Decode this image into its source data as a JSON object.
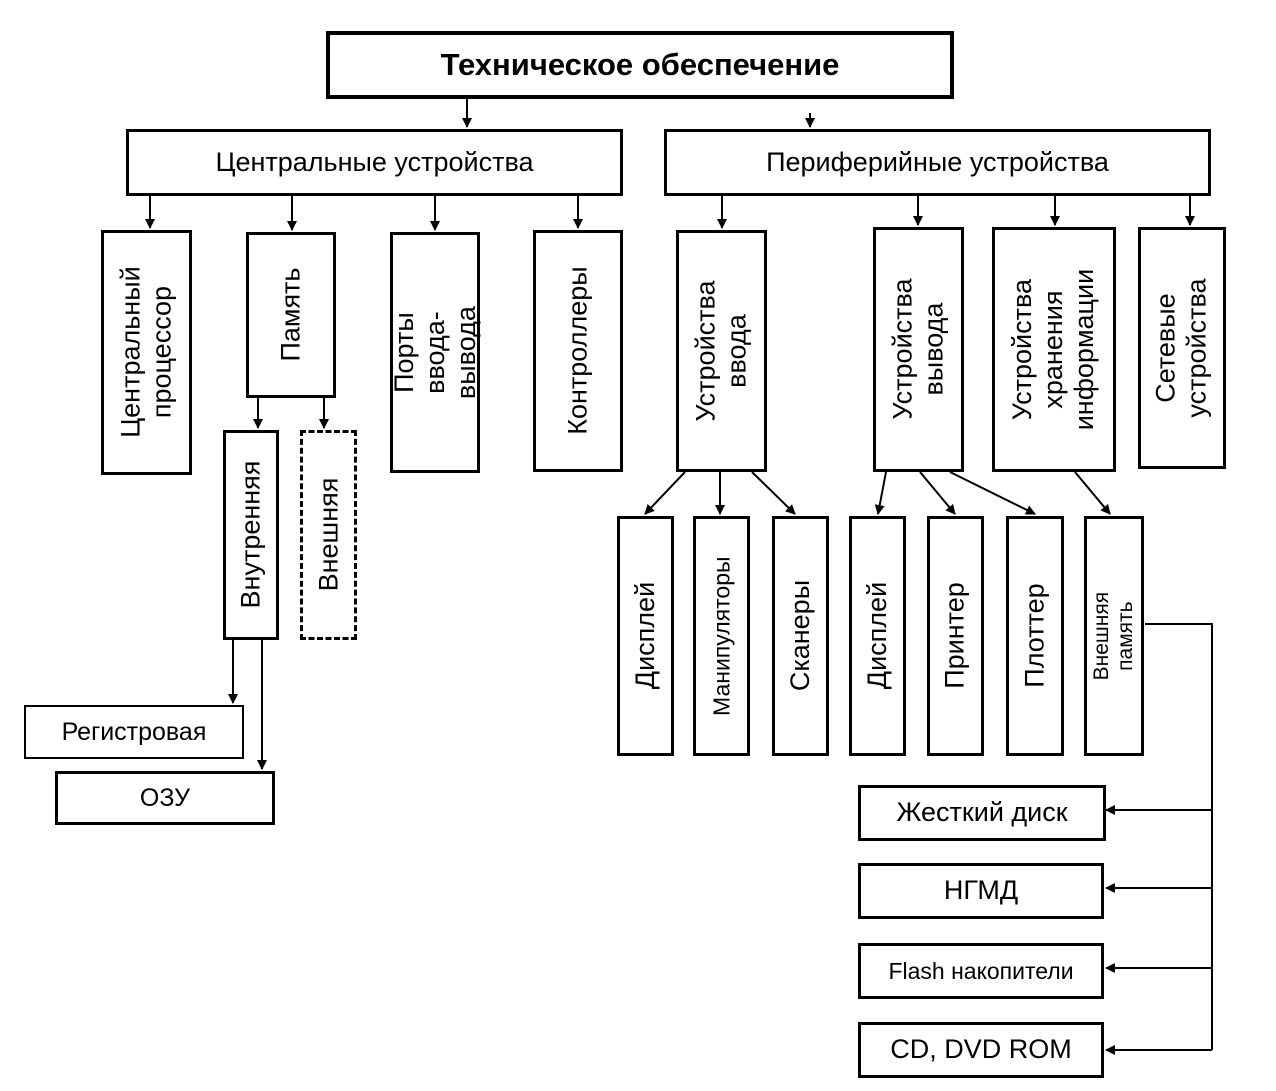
{
  "root": {
    "label": "Техническое обеспечение"
  },
  "central": {
    "label": "Центральные устройства",
    "children": [
      "Центральный\nпроцессор",
      "Память",
      "Порты\nввода-вывода",
      "Контроллеры"
    ]
  },
  "memory": {
    "internal": "Внутренняя",
    "external": "Внешняя"
  },
  "internal": {
    "children": [
      "Регистровая",
      "ОЗУ"
    ]
  },
  "peripheral": {
    "label": "Периферийные устройства",
    "children": [
      "Устройства\nввода",
      "Устройства\nвывода",
      "Устройства\nхранения\nинформации",
      "Сетевые\nустройства"
    ]
  },
  "input": {
    "children": [
      "Дисплей",
      "Манипуляторы",
      "Сканеры"
    ]
  },
  "output": {
    "children": [
      "Дисплей",
      "Принтер",
      "Плоттер"
    ]
  },
  "storage": {
    "children": [
      "Внешняя память"
    ]
  },
  "external": {
    "children": [
      "Жесткий диск",
      "НГМД",
      "Flash накопители",
      "CD, DVD ROM"
    ]
  }
}
